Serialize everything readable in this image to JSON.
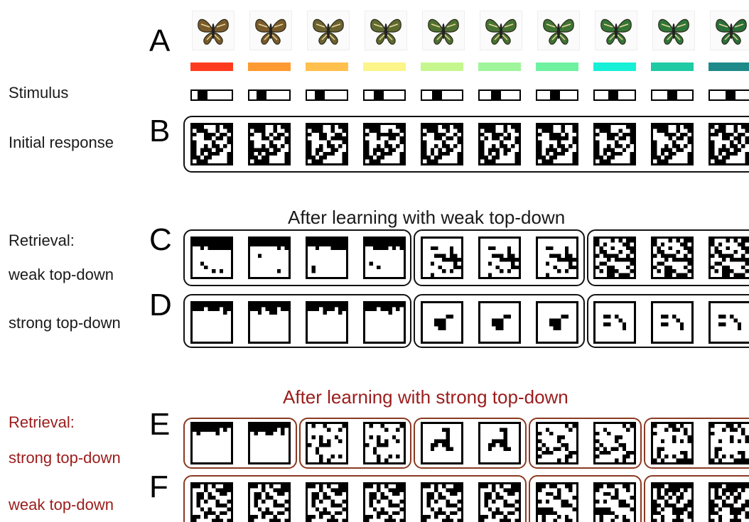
{
  "labels": {
    "stimulus": "Stimulus",
    "initial_response": "Initial response",
    "retrieval_1": "Retrieval:",
    "weak_topdown_1": "weak top-down",
    "strong_topdown_1": "strong top-down",
    "retrieval_2": "Retrieval:",
    "strong_topdown_2": "strong top-down",
    "weak_topdown_2": "weak top-down"
  },
  "panels": [
    "A",
    "B",
    "C",
    "D",
    "E",
    "F"
  ],
  "headings": {
    "weak": "After learning with weak top-down",
    "strong": "After learning with strong top-down"
  },
  "stimulus_colors": [
    "#ff3b1f",
    "#ff9a33",
    "#ffc04d",
    "#fbf58a",
    "#c6f78f",
    "#9ff59a",
    "#6ef2a0",
    "#16f0d6",
    "#1fcaa4",
    "#1e8a8a"
  ],
  "butterfly_colors": [
    "#7a5a2a",
    "#7a5a2a",
    "#6b6230",
    "#5f6a30",
    "#4f7030",
    "#467232",
    "#3e7434",
    "#357536",
    "#2f7638",
    "#296f3a"
  ],
  "colors": {
    "black": "#111111",
    "red_text": "#9b1c1c",
    "red_border": "#8b3a22"
  }
}
